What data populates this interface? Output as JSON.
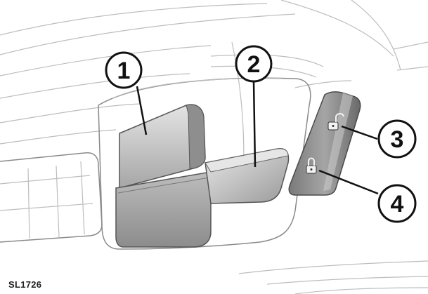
{
  "figure_code": "SL1726",
  "callouts": [
    {
      "number": "1"
    },
    {
      "number": "2"
    },
    {
      "number": "3"
    },
    {
      "number": "4"
    }
  ],
  "colors": {
    "handle_light": "#d9d9d9",
    "handle_mid": "#a8a8a8",
    "handle_dark": "#6f6f6f",
    "line": "#111111",
    "background": "#ffffff"
  }
}
